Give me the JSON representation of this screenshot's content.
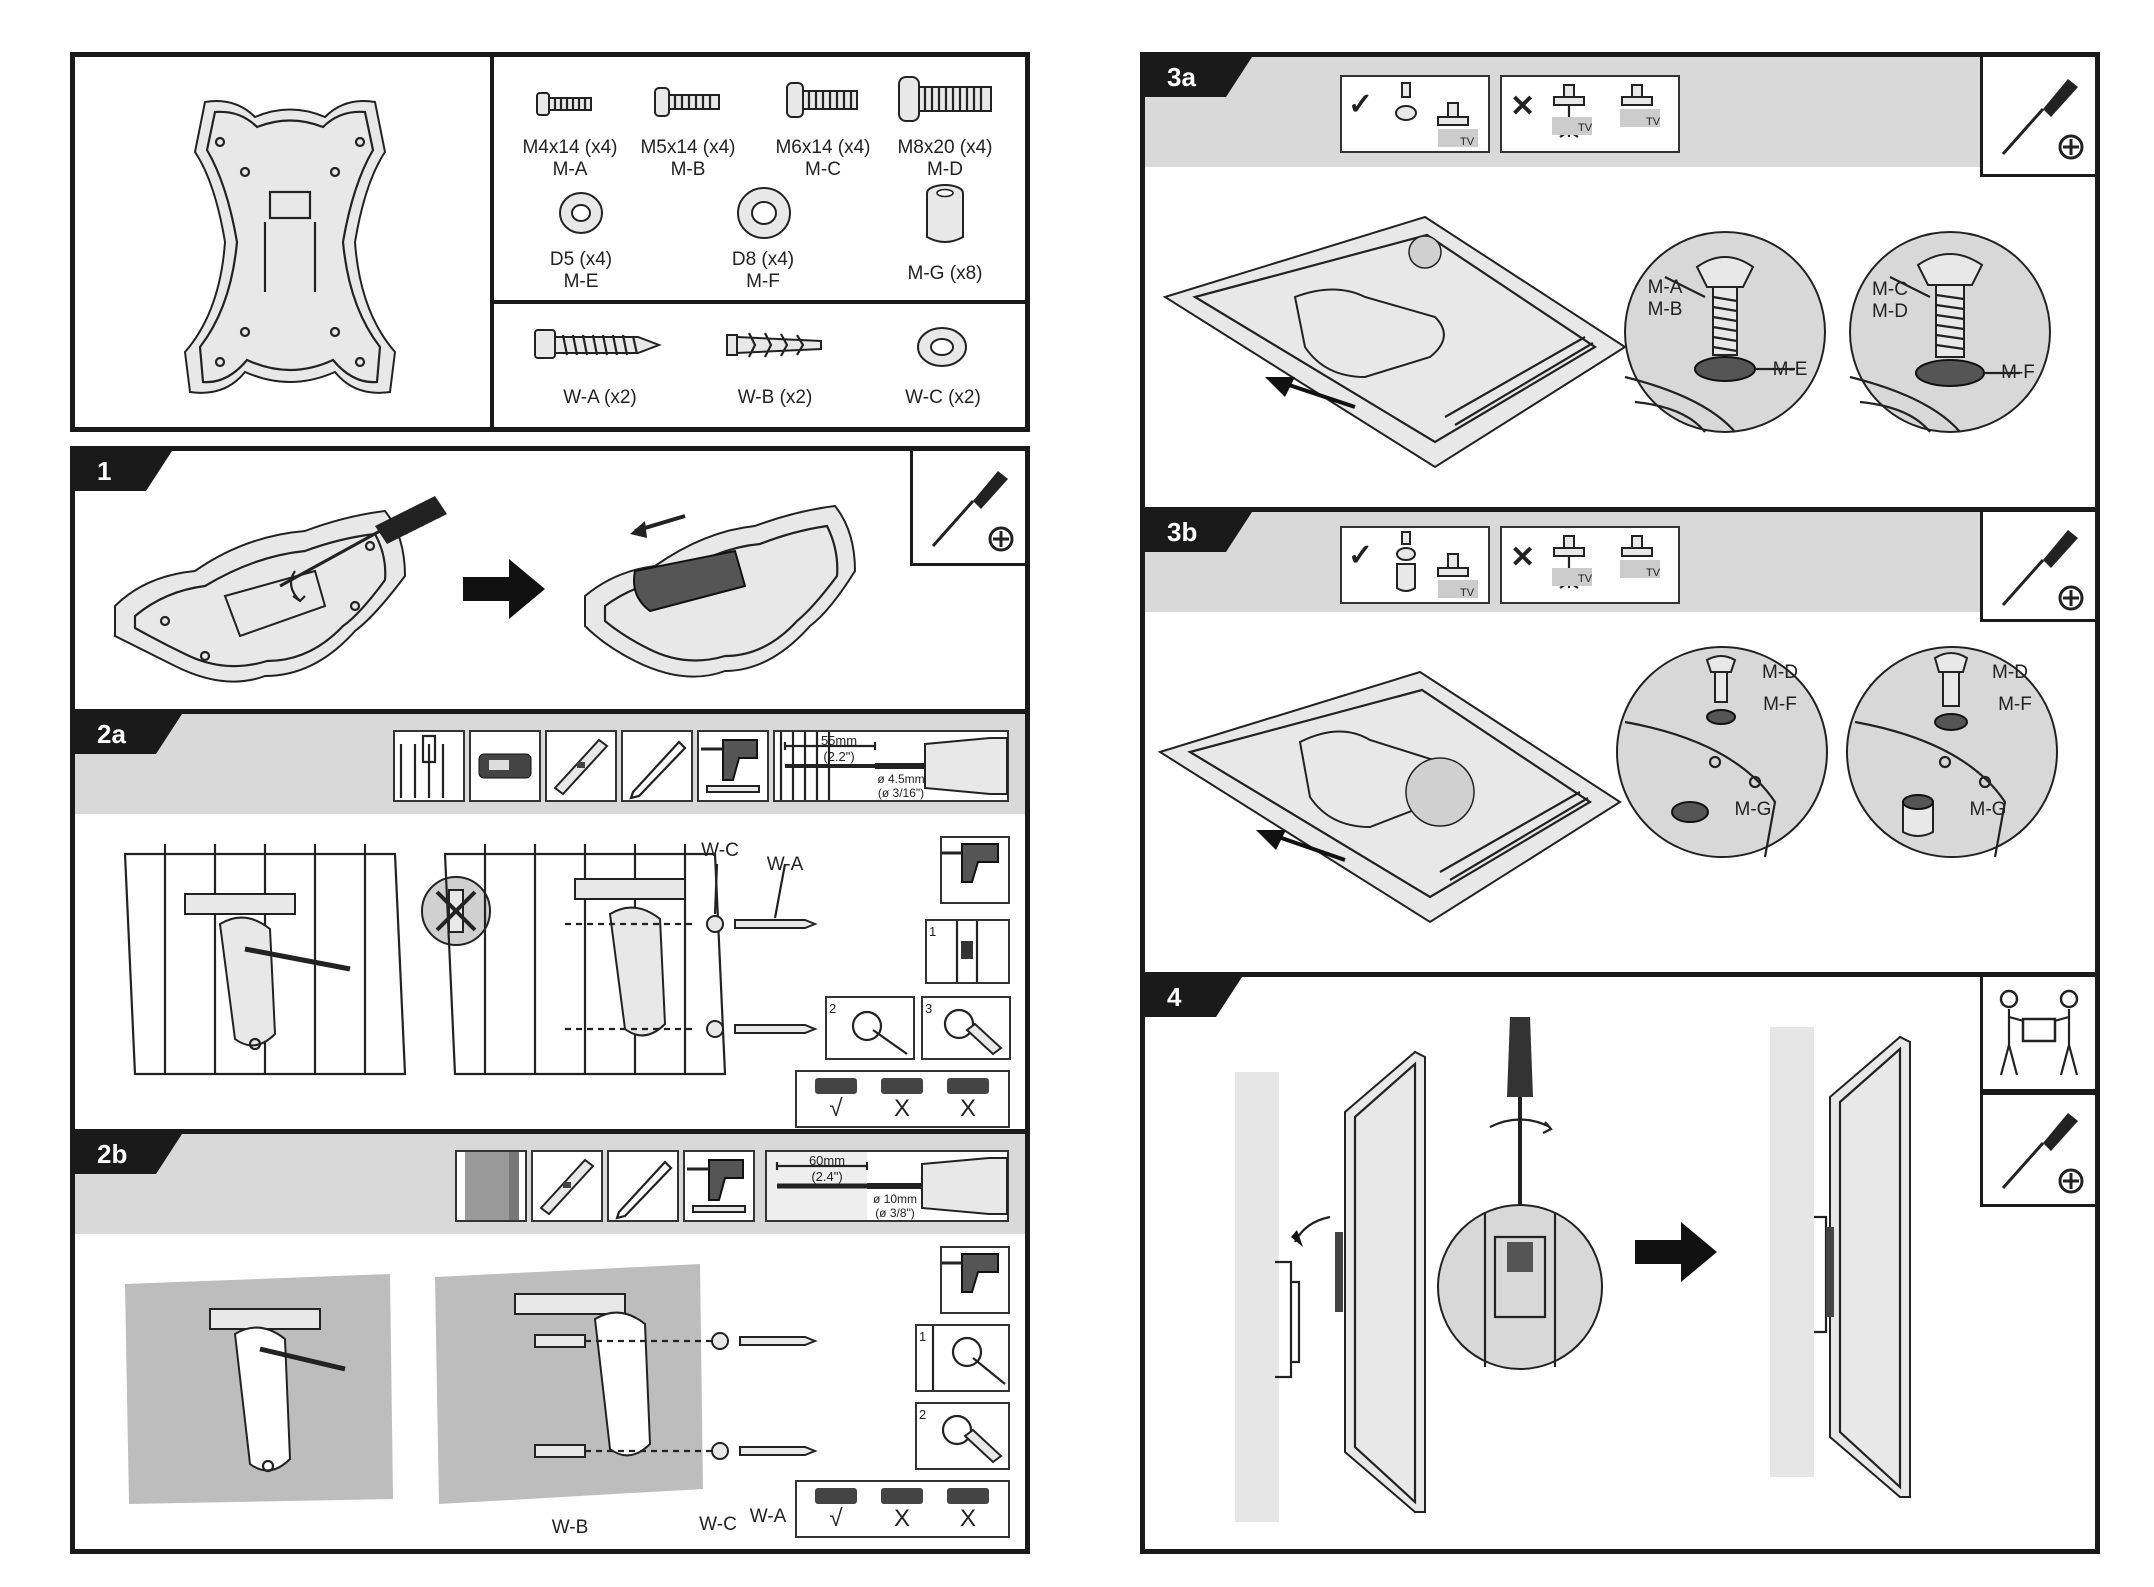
{
  "parts": {
    "screws": [
      {
        "name": "M4x14 (x4)",
        "code": "M-A"
      },
      {
        "name": "M5x14 (x4)",
        "code": "M-B"
      },
      {
        "name": "M6x14 (x4)",
        "code": "M-C"
      },
      {
        "name": "M8x20 (x4)",
        "code": "M-D"
      }
    ],
    "washers": [
      {
        "name": "D5 (x4)",
        "code": "M-E"
      },
      {
        "name": "D8 (x4)",
        "code": "M-F"
      },
      {
        "name": "M-G (x8)",
        "code": ""
      }
    ],
    "wall": [
      {
        "name": "W-A (x2)"
      },
      {
        "name": "W-B (x2)"
      },
      {
        "name": "W-C (x2)"
      }
    ]
  },
  "steps": {
    "s1": {
      "tag": "1"
    },
    "s2a": {
      "tag": "2a",
      "drill_depth": "55mm",
      "drill_depth_in": "(2.2\")",
      "drill_dia": "ø 4.5mm",
      "drill_dia_in": "(ø 3/16\")",
      "callout_wc": "W-C",
      "callout_wa": "W-A",
      "sub1": "1",
      "sub2": "2",
      "sub3": "3",
      "level_ok": "√",
      "level_bad1": "X",
      "level_bad2": "X"
    },
    "s2b": {
      "tag": "2b",
      "drill_depth": "60mm",
      "drill_depth_in": "(2.4\")",
      "drill_dia": "ø 10mm",
      "drill_dia_in": "(ø 3/8\")",
      "callout_wb": "W-B",
      "callout_wc": "W-C",
      "callout_wa": "W-A",
      "sub1": "1",
      "sub2": "2",
      "level_ok": "√",
      "level_bad1": "X",
      "level_bad2": "X"
    },
    "s3a": {
      "tag": "3a",
      "tv": "TV",
      "callout_ma": "M-A",
      "callout_mb": "M-B",
      "callout_me": "M-E",
      "callout_mc": "M-C",
      "callout_md": "M-D",
      "callout_mf": "M-F"
    },
    "s3b": {
      "tag": "3b",
      "tv": "TV",
      "callout_md": "M-D",
      "callout_mf": "M-F",
      "callout_mg": "M-G"
    },
    "s4": {
      "tag": "4"
    }
  },
  "icons": {
    "screwdriver": "phillips-screwdriver-icon",
    "ok": "✓",
    "bad": "✕"
  }
}
